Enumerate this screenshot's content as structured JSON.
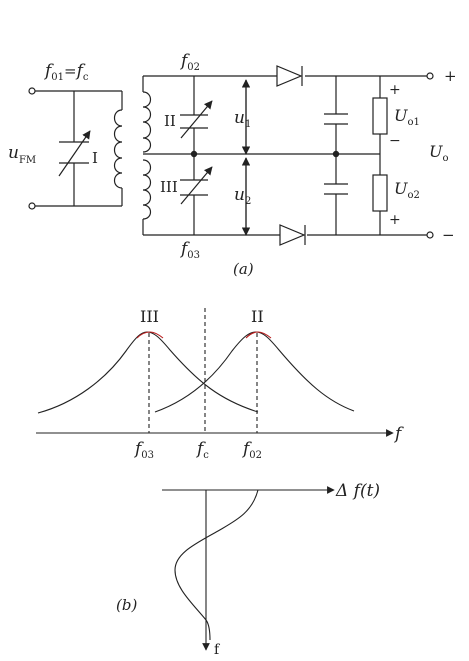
{
  "circuit": {
    "input_label": "u",
    "input_sub": "FM",
    "f01_main": "f",
    "f01_sub": "01",
    "f01_eq": "=",
    "f01_rhs": "f",
    "f01_rhs_sub": "c",
    "f02_main": "f",
    "f02_sub": "02",
    "f03_main": "f",
    "f03_sub": "03",
    "roman_i": "I",
    "roman_ii": "II",
    "roman_iii": "III",
    "u1_main": "u",
    "u1_sub": "1",
    "u2_main": "u",
    "u2_sub": "2",
    "uo1_main": "U",
    "uo1_sub": "o1",
    "uo2_main": "U",
    "uo2_sub": "o2",
    "uo_main": "U",
    "uo_sub": "o",
    "plus_top": "+",
    "minus_mid": "−",
    "plus_bottom": "+",
    "terminal_plus": "+",
    "terminal_minus": "−",
    "caption": "(a)"
  },
  "response": {
    "left_marker": "III",
    "right_marker": "II",
    "f03_main": "f",
    "f03_sub": "03",
    "fc_main": "f",
    "fc_sub": "c",
    "f02_main": "f",
    "f02_sub": "02",
    "f_axis": "f"
  },
  "deviation": {
    "axis_label": "Δ f(t)",
    "t_axis": "f",
    "caption": "(b)"
  }
}
